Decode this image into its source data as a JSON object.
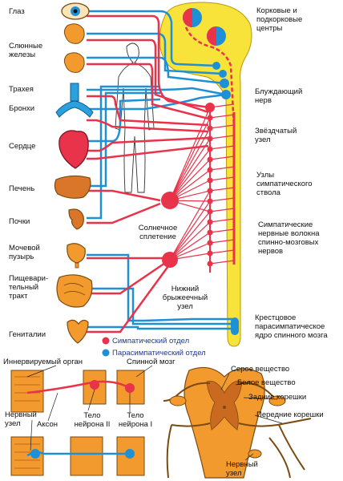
{
  "colors": {
    "sympathetic": "#e8334a",
    "parasympathetic": "#1f8fd6",
    "spinal_cord": "#f7e33a",
    "organ_orange": "#f29a2e",
    "dark_outline": "#7a4a10",
    "text": "#111111",
    "legend_text": "#1f3a8a"
  },
  "organs": [
    {
      "label": "Глаз",
      "icon": "eye-icon"
    },
    {
      "label": "Слюнные\nжелезы",
      "icon": "salivary-glands-icon"
    },
    {
      "label": "Трахея",
      "icon": "trachea-icon"
    },
    {
      "label": "Бронхи",
      "icon": "bronchi-icon"
    },
    {
      "label": "Сердце",
      "icon": "heart-icon"
    },
    {
      "label": "Печень",
      "icon": "liver-icon"
    },
    {
      "label": "Почки",
      "icon": "kidney-icon"
    },
    {
      "label": "Мочевой\nпузырь",
      "icon": "bladder-icon"
    },
    {
      "label": "Пищевари-\nтельный\nтракт",
      "icon": "intestine-icon"
    },
    {
      "label": "Гениталии",
      "icon": "genitals-icon"
    }
  ],
  "right_labels": {
    "cortical": "Корковые и\nподкорковые\nцентры",
    "vagus": "Блуждающий\nнерв",
    "stellate": "Звёздчатый\nузел",
    "trunk_nodes": "Узлы\nсимпатического\nствола",
    "sympathetic_fibers": "Симпатические\nнервные волокна\nспинно-мозговых\nнервов",
    "sacral": "Крестцовое\nпарасимпатическое\nядро спинного мозга"
  },
  "center_labels": {
    "solar_plexus": "Солнечное\nсплетение",
    "lower_mesenteric": "Нижний\nбрыжеечный\nузел"
  },
  "legend": {
    "sympathetic": "Симпатический отдел",
    "parasympathetic": "Парасимпатический отдел"
  },
  "bottom_left": {
    "innervated_organ": "Иннервируемый орган",
    "spinal_cord": "Спинной мозг",
    "nerve_node": "Нервный\nузел",
    "axon": "Аксон",
    "neuron2": "Тело\nнейрона II",
    "neuron1": "Тело\nнейрона I"
  },
  "bottom_right": {
    "gray_matter": "Серое вещество",
    "white_matter": "Белое вещество",
    "posterior_roots": "Задние корешки",
    "anterior_roots": "Передние корешки",
    "nerve_node": "Нервный\nузел"
  }
}
